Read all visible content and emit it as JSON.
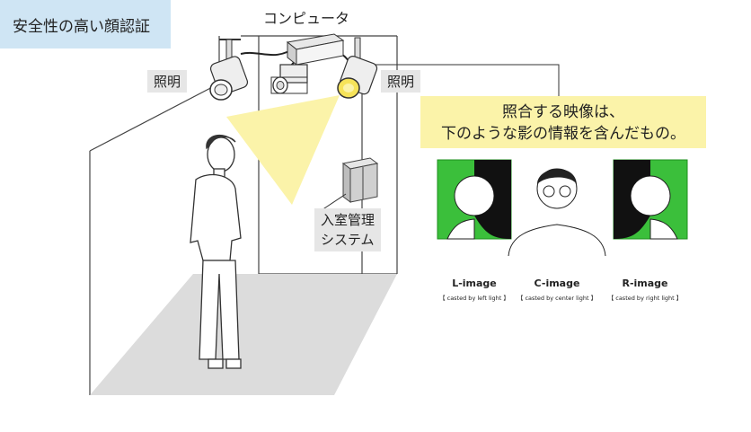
{
  "title": "安全性の高い顔認証",
  "computer_label": "コンピュータ",
  "light_left_label": "照明",
  "light_right_label": "照明",
  "entry_system_label": "入室管理\nシステム",
  "callout_line1": "照合する映像は、",
  "callout_line2": "下のような影の情報を含んだもの。",
  "images": [
    {
      "title": "L-image",
      "caption": "【 casted by left light 】"
    },
    {
      "title": "C-image",
      "caption": "【 casted by center light 】"
    },
    {
      "title": "R-image",
      "caption": "【 casted by right light 】"
    }
  ],
  "colors": {
    "title_bg": "#cfe5f4",
    "callout_bg": "#fbf3a9",
    "light_beam": "#fbf3a9",
    "floor": "#dcdcdc",
    "image_bg": "#3bbf3b"
  }
}
